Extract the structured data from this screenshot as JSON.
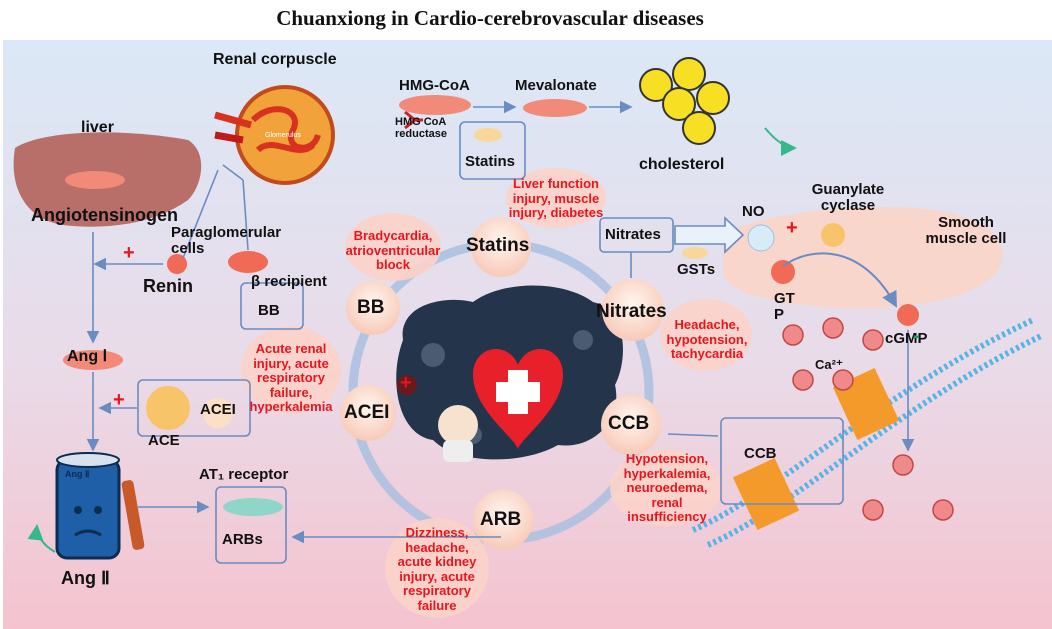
{
  "title": "Chuanxiong in Cardio-cerebrovascular diseases",
  "colors": {
    "bg_top": "#dbe8f7",
    "bg_bottom": "#f4c3cf",
    "adverse_text": "#e8141e",
    "arrow": "#6a8cc0",
    "ring": "#a9bfe0"
  },
  "labels": {
    "renal_corpuscle": "Renal corpuscle",
    "glomerulus": "Glomerulus",
    "liver": "liver",
    "angiotensinogen": "Angiotensinogen",
    "paraglomerular_cells": "Paraglomerular cells",
    "renin": "Renin",
    "beta_recipient": "β recipient",
    "ang1": "Ang Ⅰ",
    "ace": "ACE",
    "at1_receptor": "AT₁ receptor",
    "ang2": "Ang Ⅱ",
    "ang_can": "Ang Ⅱ",
    "hmg_coa": "HMG-CoA",
    "hmg_coa_reductase": "HMG CoA reductase",
    "mevalonate": "Mevalonate",
    "cholesterol": "cholesterol",
    "no": "NO",
    "guanylate_cyclase": "Guanylate cyclase",
    "smooth_muscle_cell": "Smooth muscle cell",
    "gsts": "GSTs",
    "gtp": "GT P",
    "cgmp": "cGMP",
    "ca": "Ca²⁺"
  },
  "drug_boxes": {
    "bb": "BB",
    "acei": "ACEI",
    "arbs": "ARBs",
    "statins": "Statins",
    "nitrates": "Nitrates",
    "ccb": "CCB"
  },
  "drugs": {
    "statins": "Statins",
    "bb": "BB",
    "nitrates": "Nitrates",
    "acei": "ACEI",
    "ccb": "CCB",
    "arb": "ARB"
  },
  "adverse_effects": {
    "statins": "Liver function injury, muscle injury, diabetes",
    "bb": "Bradycardia, atrioventricular block",
    "nitrates": "Headache, hypotension, tachycardia",
    "acei": "Acute renal injury, acute respiratory failure, hyperkalemia",
    "ccb": "Hypotension, hyperkalemia, neuroedema, renal insufficiency",
    "arb": "Dizziness, headache, acute kidney injury, acute respiratory failure"
  },
  "signs": {
    "plus": "+",
    "minus": "-"
  }
}
